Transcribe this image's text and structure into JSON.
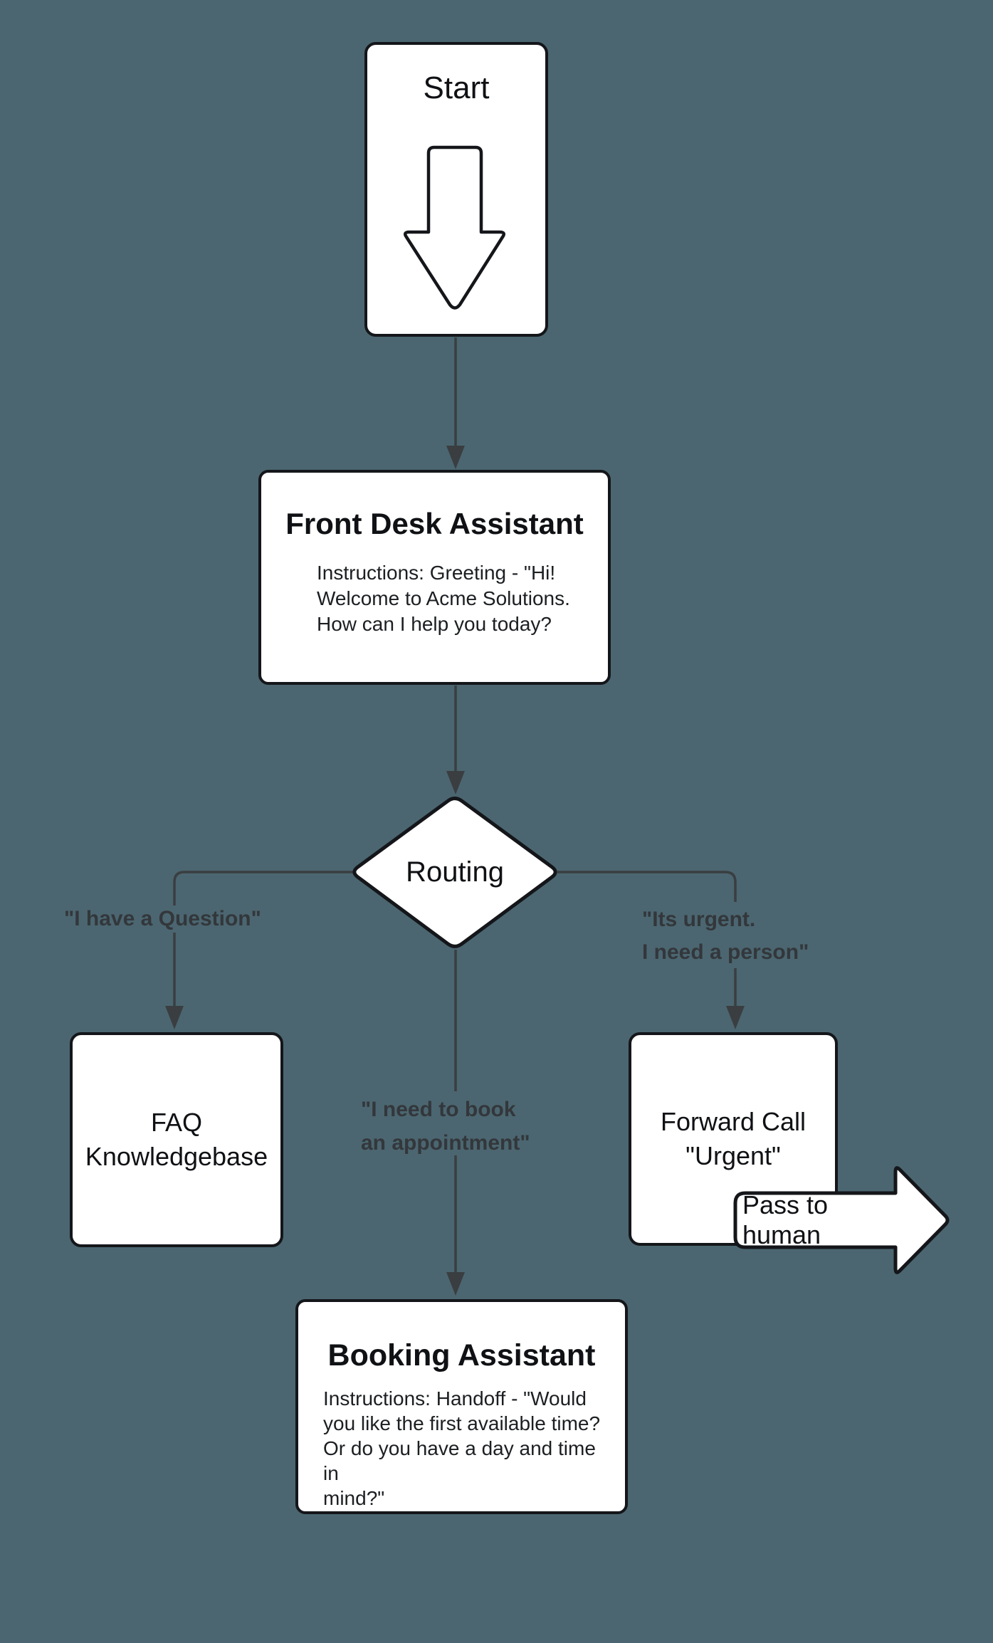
{
  "diagram": {
    "type": "flowchart",
    "background_color": "#4B6670",
    "palette": {
      "node_fill": "#ffffff",
      "node_border": "#14161a",
      "connector_color": "#3a3e41",
      "edge_label_color": "#33373b",
      "text_color": "#0f1114"
    },
    "nodes": {
      "start": {
        "title": "Start",
        "icon": "down-arrow-icon"
      },
      "front_desk": {
        "title": "Front Desk Assistant",
        "body": "Instructions: Greeting - \"Hi!\nWelcome to Acme Solutions.\nHow can I help you today?"
      },
      "routing": {
        "title": "Routing",
        "shape": "diamond"
      },
      "faq": {
        "label": "FAQ\nKnowledgebase"
      },
      "forward_call": {
        "label": "Forward Call\n\"Urgent\""
      },
      "booking": {
        "title": "Booking Assistant",
        "body": "Instructions: Handoff - \"Would\nyou like the first available time?\nOr do you have a day and time in\nmind?\""
      },
      "pass_to_human": {
        "label": "Pass to human",
        "shape": "right-arrow"
      }
    },
    "edges": {
      "start_to_front_desk": {
        "label": ""
      },
      "front_desk_to_routing": {
        "label": ""
      },
      "routing_to_faq": {
        "label": "\"I have a Question\""
      },
      "routing_to_booking": {
        "label": "\"I need to book\nan appointment\""
      },
      "routing_to_forward": {
        "label": "\"Its urgent.\nI need a person\""
      }
    }
  }
}
